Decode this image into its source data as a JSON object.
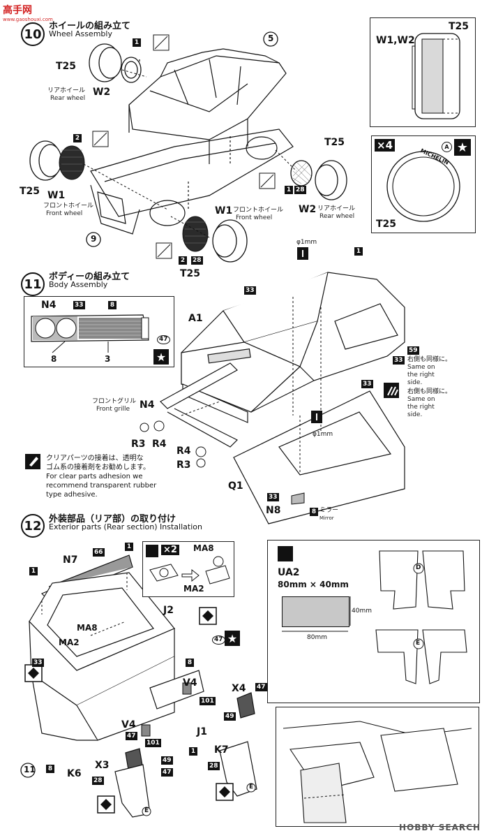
{
  "watermark_top": {
    "logo": "高手网",
    "url": "www.gaoshouxi.com"
  },
  "watermark_bottom": "HOBBY SEARCH",
  "step10": {
    "num": "10",
    "title_jp": "ホイールの組み立て",
    "title_en": "Wheel Assembly",
    "labels": {
      "t25_a": "T25",
      "w2_a": "W2",
      "rear_jp_a": "リアホイール",
      "rear_en_a": "Rear wheel",
      "part5": "5",
      "t25_b": "T25",
      "w1_a": "W1",
      "front_jp_a": "フロントホイール",
      "front_en_a": "Front wheel",
      "part9": "9",
      "w1_b": "W1",
      "front_jp_b": "フロントホイール",
      "front_en_b": "Front wheel",
      "t25_c": "T25",
      "t25_d": "T25",
      "w2_b": "W2",
      "rear_jp_b": "リアホイール",
      "rear_en_b": "Rear wheel",
      "badge_1": "1",
      "badge_2": "2",
      "badge_2b": "2",
      "badge_28": "28",
      "badge_1b": "1",
      "badge_28b": "28"
    },
    "inset1": {
      "w": "W1,W2",
      "t": "T25"
    },
    "inset2": {
      "count": "×4",
      "decal": "A",
      "brand": "MICHELIN",
      "t": "T25"
    }
  },
  "step11": {
    "num": "11",
    "title_jp": "ボディーの組み立て",
    "title_en": "Body Assembly",
    "inset": {
      "n4": "N4",
      "b33": "33",
      "b8": "8",
      "b47": "47",
      "p8": "8",
      "p3": "3"
    },
    "labels": {
      "a1": "A1",
      "dia_top": "φ1mm",
      "dia_bottom": "φ1mm",
      "b1": "1",
      "b33a": "33",
      "b59": "59",
      "b33b": "33",
      "b33c": "33",
      "same1_jp": "右側も同様に。",
      "same1_en": "Same on the right side.",
      "same2_jp": "右側も同様に。",
      "same2_en": "Same on the right side.",
      "grille_jp": "フロントグリル",
      "grille_en": "Front grille",
      "n4": "N4",
      "r3a": "R3",
      "r4a": "R4",
      "r4b": "R4",
      "r3b": "R3",
      "q1": "Q1",
      "b33d": "33",
      "n8": "N8",
      "b8": "8",
      "mirror_jp": "ミラー",
      "mirror_en": "Mirror"
    },
    "clear_note": {
      "jp1": "クリアパーツの接着は、透明な",
      "jp2": "ゴム系の接着剤をお勧めします。",
      "en1": "For clear parts adhesion we",
      "en2": "recommend transparent rubber",
      "en3": "type adhesive."
    }
  },
  "step12": {
    "num": "12",
    "title_jp": "外装部品（リア部）の取り付け",
    "title_en": "Exterior parts (Rear section) Installation",
    "labels": {
      "n7": "N7",
      "b66": "66",
      "b1a": "1",
      "b1b": "1",
      "ma8a": "MA8",
      "ma2a": "MA2",
      "j2": "J2",
      "b33": "33",
      "b47": "47",
      "b8": "8",
      "v4a": "V4",
      "b101a": "101",
      "x4": "X4",
      "b47b": "47",
      "b49a": "49",
      "k7": "K7",
      "b28a": "28",
      "v4b": "V4",
      "b47c": "47",
      "b101b": "101",
      "j1": "J1",
      "b1c": "1",
      "x3": "X3",
      "k6": "K6",
      "b28b": "28",
      "b49b": "49",
      "b47d": "47",
      "b8b": "8",
      "part11": "11",
      "ea": "E",
      "eb": "E"
    },
    "inset_ma": {
      "x2": "×2",
      "ma8": "MA8",
      "ma2": "MA2"
    },
    "ua2": {
      "title": "UA2",
      "size": "80mm × 40mm",
      "h": "40mm",
      "w": "80mm",
      "d": "D",
      "e": "E"
    }
  }
}
